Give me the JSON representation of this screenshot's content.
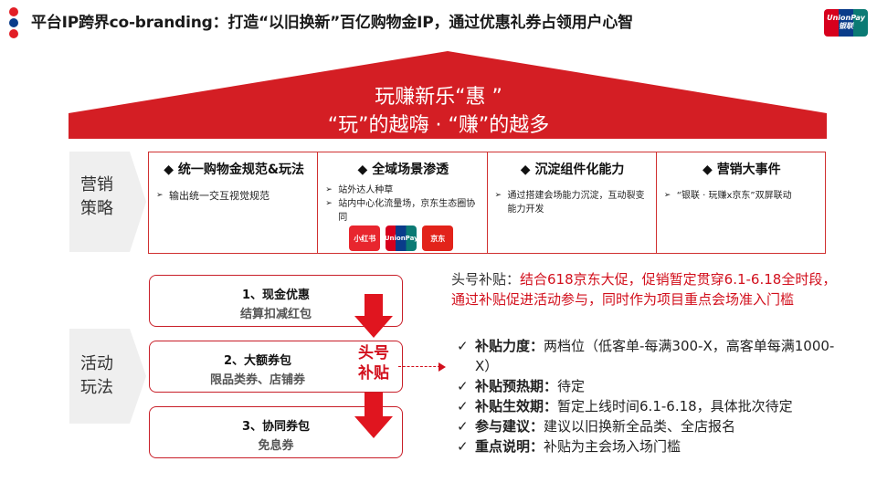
{
  "header": {
    "title": "平台IP跨界co-branding：打造“以旧换新”百亿购物金IP，通过优惠礼券占领用户心智",
    "logo_colors": [
      "#d7001d",
      "#0a3c8a",
      "#0b7a74"
    ],
    "brand_logo_text": "UnionPay 银联"
  },
  "roof": {
    "line1": "玩赚新乐“惠 ”",
    "line2": "“玩”的越嗨 · “赚”的越多",
    "color": "#d41e24"
  },
  "marketing": {
    "label": "营销策略",
    "columns": [
      {
        "title": "◆ 统一购物金规范&玩法",
        "bullets": [
          "输出统一交互视觉规范"
        ]
      },
      {
        "title": "◆ 全域场景渗透",
        "bullets": [
          "站外达人种草",
          "站内中心化流量场，京东生态圈协同"
        ],
        "apps": [
          {
            "name": "小红书",
            "color": "#e8262e",
            "icon": "xiaohongshu-icon"
          },
          {
            "name": "UnionPay",
            "color": "#0a3c8a",
            "icon": "unionpay-icon"
          },
          {
            "name": "京东",
            "color": "#e2231a",
            "icon": "jd-icon"
          }
        ]
      },
      {
        "title": "◆ 沉淀组件化能力",
        "bullets": [
          "通过搭建会场能力沉淀，互动裂变能力开发"
        ]
      },
      {
        "title": "◆ 营销大事件",
        "bullets": [
          "“银联 · 玩赚x京东”双屏联动"
        ]
      }
    ]
  },
  "activity": {
    "label": "活动玩法",
    "boxes": [
      {
        "title": "1、现金优惠",
        "sub": "结算扣减红包"
      },
      {
        "title": "2、大额券包",
        "sub": "限品类券、店铺券"
      },
      {
        "title": "3、协同券包",
        "sub": "免息券"
      }
    ],
    "tag": "头号补贴"
  },
  "details": {
    "intro_lead": "头号补贴：",
    "intro_text": "结合618京东大促，促销暂定贯穿6.1-6.18全时段，通过补贴促进活动参与，同时作为项目重点会场准入门槛",
    "items": [
      {
        "label": "补贴力度：",
        "text": "两档位（低客单-每满300-X，高客单每满1000-X）"
      },
      {
        "label": "补贴预热期：",
        "text": "待定"
      },
      {
        "label": "补贴生效期：",
        "text": "暂定上线时间6.1-6.18，具体批次待定"
      },
      {
        "label": "参与建议：",
        "text": "建议以旧换新全品类、全店报名"
      },
      {
        "label": "重点说明：",
        "text": "补贴为主会场入场门槛"
      }
    ]
  },
  "colors": {
    "accent": "#d20f1c",
    "border": "#d03030",
    "label_bg": "#efefef"
  }
}
